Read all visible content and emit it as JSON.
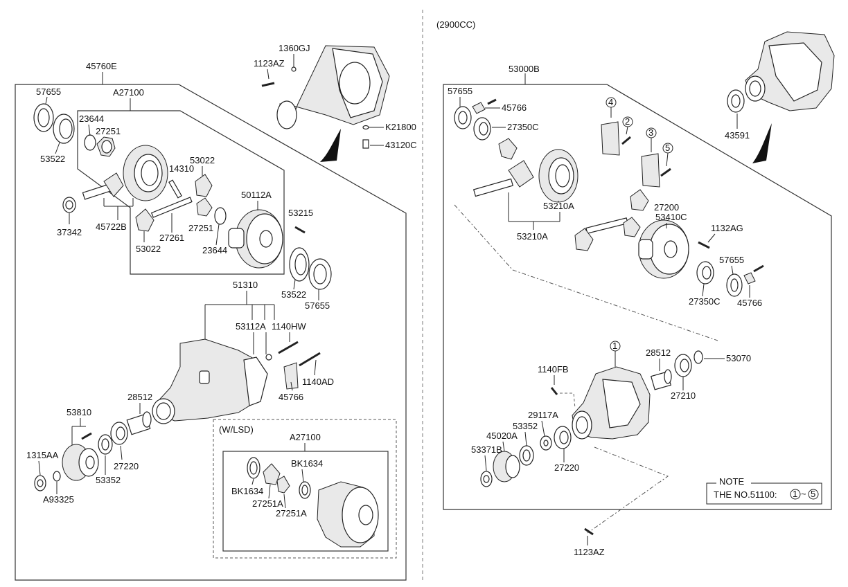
{
  "left_section": {
    "assembly_label": "45760E",
    "sub_assembly_label": "A27100",
    "parts": {
      "p57655_a": "57655",
      "p53522_a": "53522",
      "p23644_a": "23644",
      "p27251_a": "27251",
      "p37342": "37342",
      "p45722B": "45722B",
      "p14310": "14310",
      "p53022_a": "53022",
      "p53022_b": "53022",
      "p27251_b": "27251",
      "p27261": "27261",
      "p23644_b": "23644",
      "p50112A": "50112A",
      "p53215": "53215",
      "p53522_b": "53522",
      "p57655_b": "57655",
      "p51310": "51310",
      "p53112A": "53112A",
      "p1140HW": "1140HW",
      "p1140AD": "1140AD",
      "p45766": "45766",
      "p28512": "28512",
      "p53810": "53810",
      "p1315AA": "1315AA",
      "pA93325": "A93325",
      "p53352": "53352",
      "p27220": "27220",
      "p1360GJ": "1360GJ",
      "p1123AZ": "1123AZ",
      "pK21800": "K21800",
      "p43120C": "43120C"
    },
    "lsd": {
      "title": "(W/LSD)",
      "assembly_label": "A27100",
      "pBK1634_a": "BK1634",
      "pBK1634_b": "BK1634",
      "p27251A_a": "27251A",
      "p27251A_b": "27251A"
    }
  },
  "right_section": {
    "variant_label": "(2900CC)",
    "assembly_label": "53000B",
    "parts": {
      "p43591": "43591",
      "p57655_a": "57655",
      "p45766_a": "45766",
      "p27350C_a": "27350C",
      "p53210A_a": "53210A",
      "p53210A_b": "53210A",
      "p27200": "27200",
      "p53410C": "53410C",
      "p1132AG": "1132AG",
      "p57655_b": "57655",
      "p27350C_b": "27350C",
      "p45766_b": "45766",
      "p28512": "28512",
      "p53070": "53070",
      "p1140FB": "1140FB",
      "p27210": "27210",
      "p29117A": "29117A",
      "p53352": "53352",
      "p45020A": "45020A",
      "p53371B": "53371B",
      "p27220": "27220",
      "p1123AZ": "1123AZ"
    },
    "callouts": [
      "1",
      "2",
      "3",
      "4",
      "5"
    ],
    "note": {
      "title": "NOTE",
      "text": "THE NO.51100:",
      "range_start": "1",
      "range_sep": "~",
      "range_end": "5"
    }
  }
}
